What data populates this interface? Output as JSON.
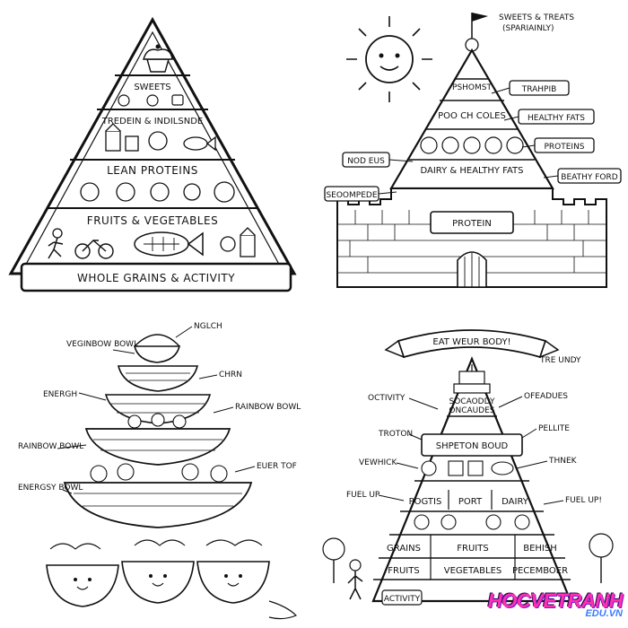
{
  "panels": {
    "top_left": {
      "tiers": [
        "SWEETS",
        "TREDEIN & INDILSNDE",
        "LEAN PROTEINS",
        "FRUITS & VEGETABLES"
      ],
      "base": "WHOLE GRAINS & ACTIVITY"
    },
    "top_right": {
      "title": "SWEETS & TREATS",
      "subtitle": "(SPARIAINLY)",
      "tiers": [
        "PSHOMST",
        "POO CH COLES",
        "DAIRY & HEALTHY FATS",
        "PROTEIN"
      ],
      "callouts": [
        "TRAHPIB",
        "HEALTHY FATS",
        "PROTEINS",
        "BEATHY FORD",
        "NOD EUS",
        "SEOOMPEDE"
      ]
    },
    "bottom_left": {
      "callouts": [
        "NGLCH",
        "VEGINBOW BOWL",
        "CHRN",
        "ENERGH",
        "RAINBOW BOWL",
        "RAINBOW BOWL",
        "EUER TOF",
        "ENERGSY BOWL"
      ]
    },
    "bottom_right": {
      "banner": "EAT WEUR BODY!",
      "ribbon_end": "TRE UNDY",
      "tiers": {
        "top": [
          "SOCAODDY",
          "ONCAUDES"
        ],
        "middle": "SHPETON BOUD",
        "row3": [
          "POGTIS",
          "PORT",
          "DAIRY"
        ],
        "row4": [
          "GRAINS",
          "FRUITS",
          "BEHISH"
        ],
        "row5": [
          "FRUITS",
          "VEGETABLES",
          "PECEMBOER"
        ]
      },
      "callouts": [
        "OCTIVITY",
        "OFEADUES",
        "TROTON",
        "PELLITE",
        "VEWHICK",
        "THNEK",
        "FUEL UP",
        "FUEL UP!"
      ],
      "footer": "ACTIVITY"
    }
  },
  "watermark": {
    "line1": "HOCVETRANH",
    "line2": "EDU.VN",
    "color1": "#ff2fb2",
    "color2": "#3a7bff"
  }
}
